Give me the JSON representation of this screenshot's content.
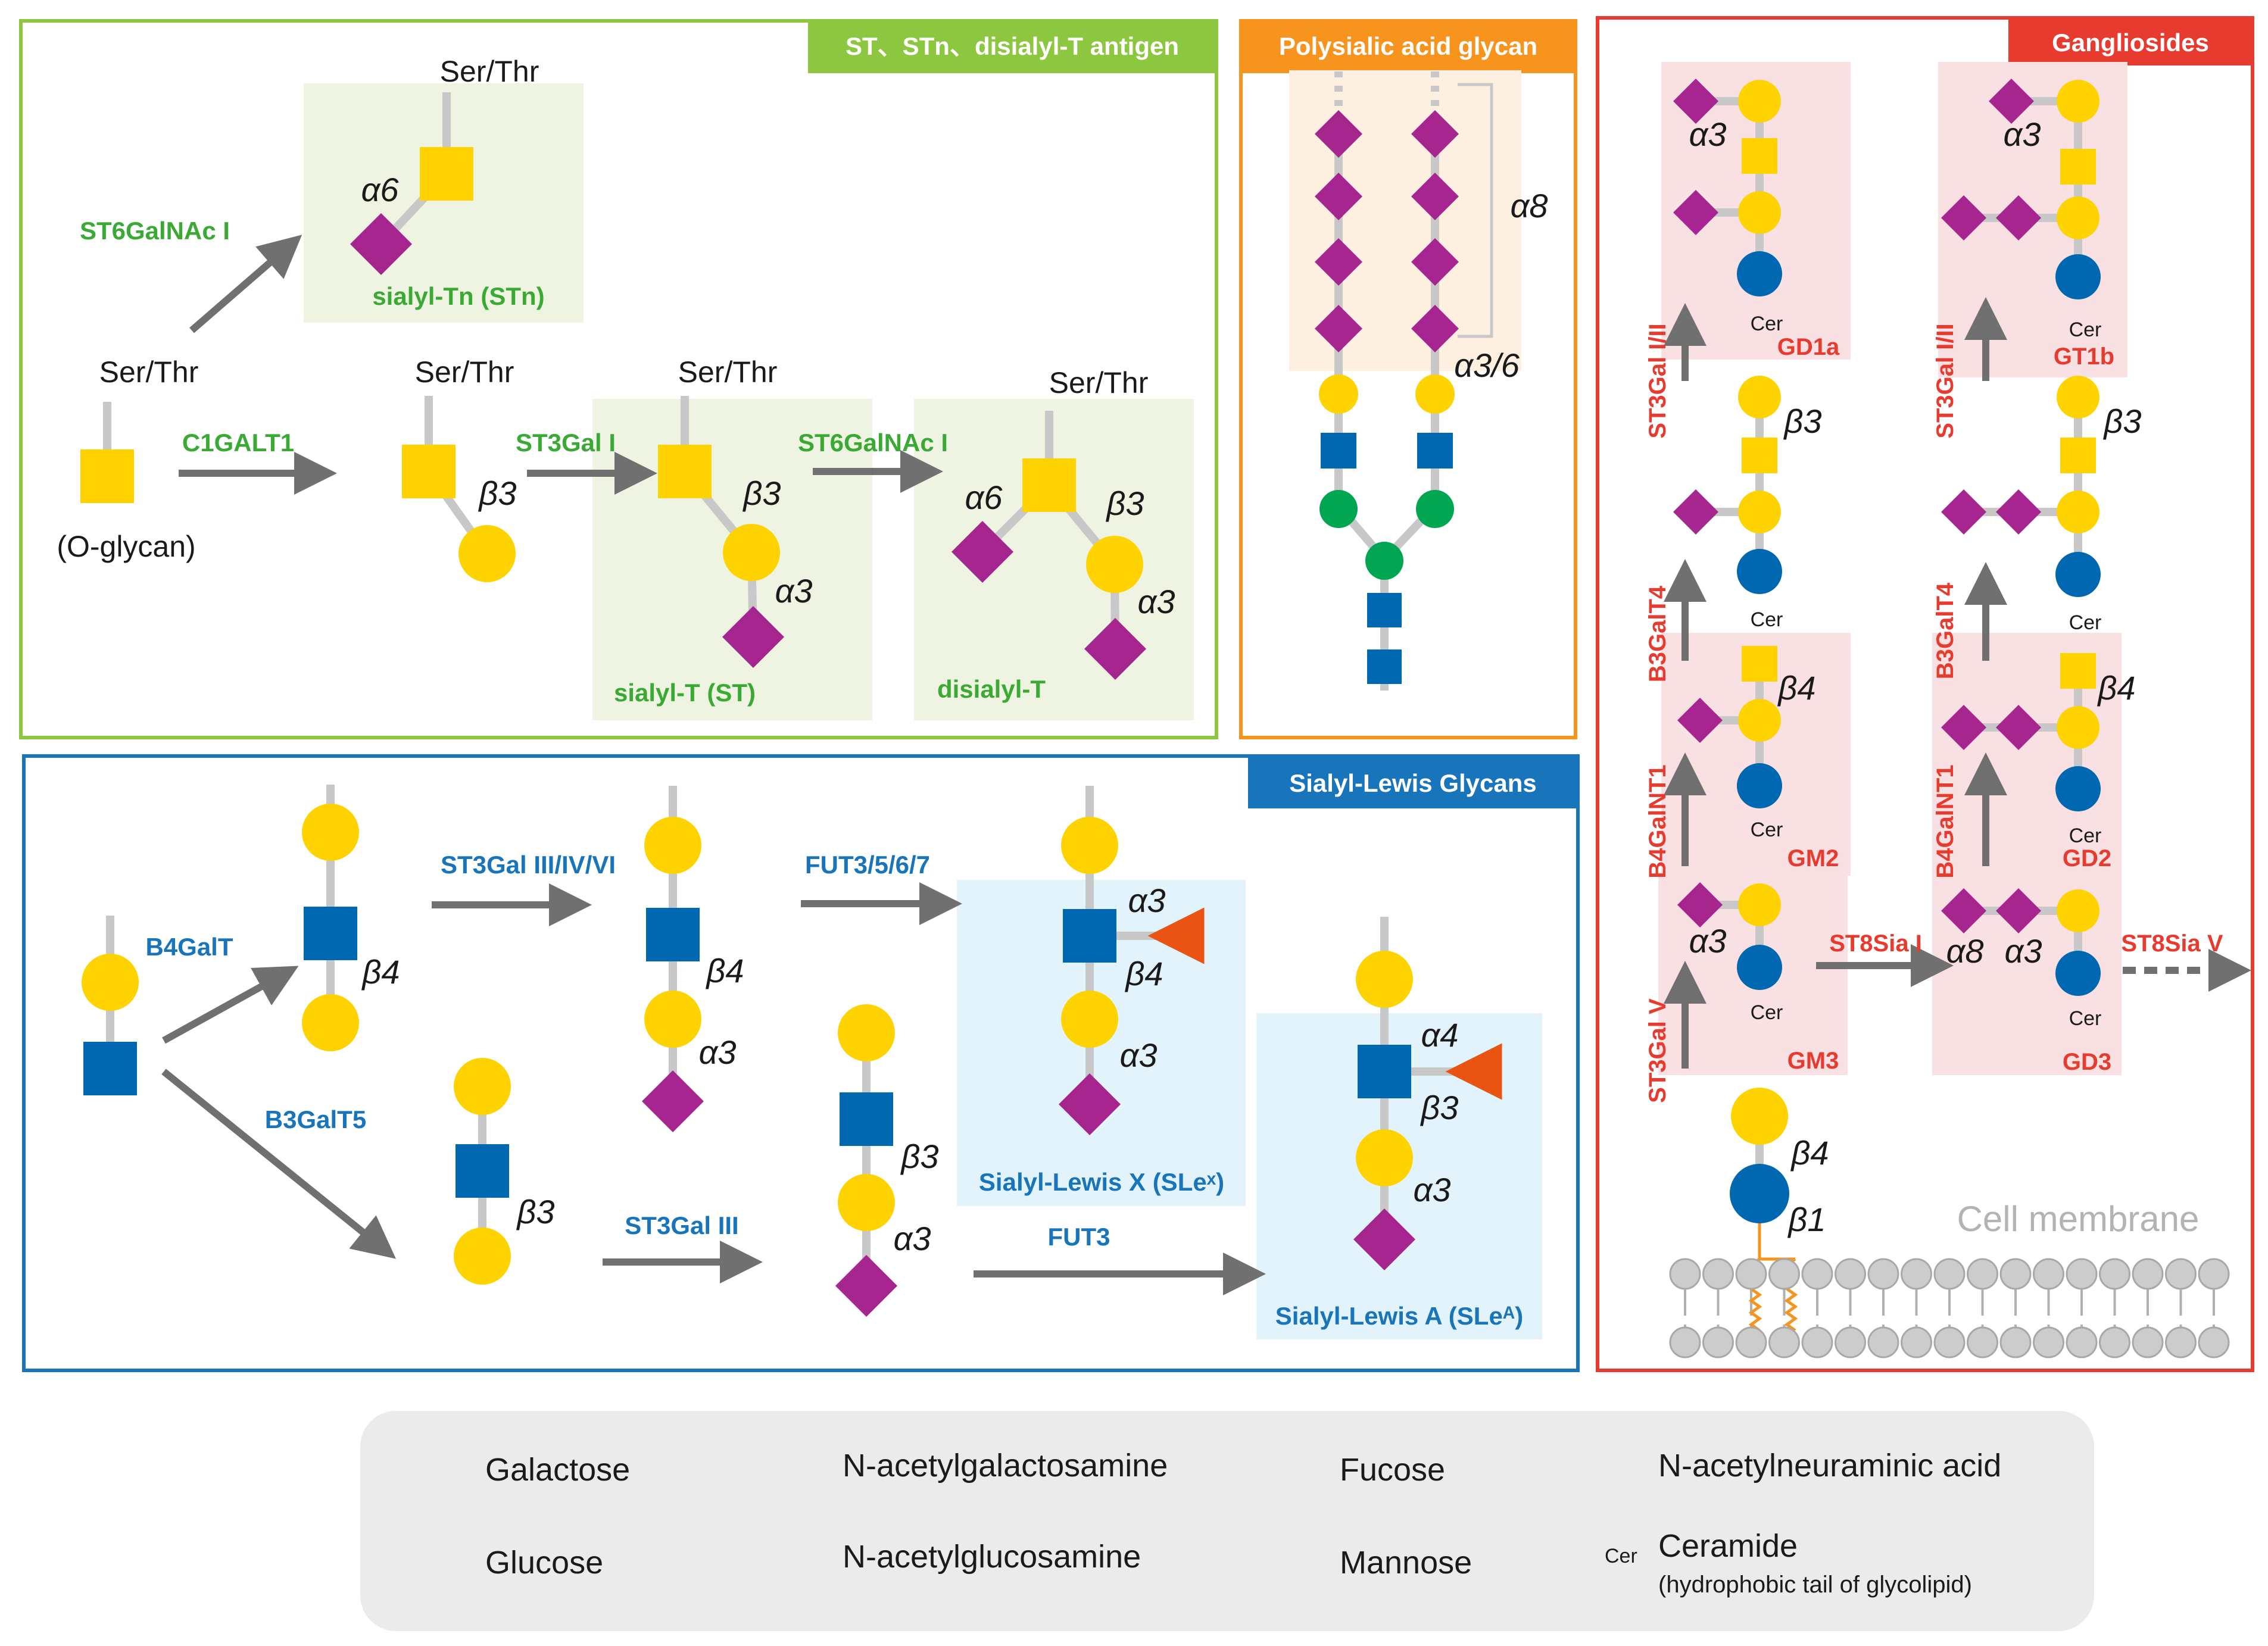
{
  "colors": {
    "galactose": "#ffd300",
    "glucose": "#0067b1",
    "mannose": "#00a651",
    "galnac": "#ffd300",
    "glcnac": "#0067b1",
    "fucose": "#ea5413",
    "neuac": "#a6258f",
    "bond": "#c8c8c8",
    "arrow": "#707070",
    "green_frame": "#8dc63f",
    "orange_frame": "#f7941d",
    "blue_frame": "#1874bb",
    "red_frame": "#e63b2e"
  },
  "panels": {
    "st": {
      "title": "ST、STn、disialyl-T antigen",
      "ser_thr": "Ser/Thr",
      "o_glycan": "(O-glycan)",
      "enzymes": {
        "st6galnac_1": "ST6GalNAc I",
        "c1galt1": "C1GALT1",
        "st3gal1": "ST3Gal I",
        "st6galnac_2": "ST6GalNAc I"
      },
      "products": {
        "stn": "sialyl-Tn (STn)",
        "st": "sialyl-T (ST)",
        "dst": "disialyl-T"
      },
      "links": {
        "a6": "α6",
        "b3": "β3",
        "a3": "α3"
      }
    },
    "psa": {
      "title": "Polysialic acid glycan",
      "links": {
        "a8": "α8",
        "a36": "α3/6"
      }
    },
    "ganglio": {
      "title": "Gangliosides",
      "cer": "Cer",
      "names": {
        "gd1a": "GD1a",
        "gt1b": "GT1b",
        "gm2": "GM2",
        "gd2": "GD2",
        "gm3": "GM3",
        "gd3": "GD3"
      },
      "enzymes": {
        "st3gal12_a": "ST3Gal I/II",
        "st3gal12_b": "ST3Gal I/II",
        "b3galt4_a": "B3GalT4",
        "b3galt4_b": "B3GalT4",
        "b4galnt1_a": "B4GalNT1",
        "b4galnt1_b": "B4GalNT1",
        "st3gal5": "ST3Gal V",
        "st8sia1": "ST8Sia I",
        "st8sia5": "ST8Sia V"
      },
      "links": {
        "a3": "α3",
        "b3": "β3",
        "b4": "β4",
        "a8": "α8",
        "b1": "β1"
      },
      "membrane": "Cell membrane"
    },
    "lewis": {
      "title": "Sialyl-Lewis Glycans",
      "enzymes": {
        "b4galt": "B4GalT",
        "b3galt5": "B3GalT5",
        "st3gal346": "ST3Gal III/IV/VI",
        "st3gal3": "ST3Gal III",
        "fut3567": "FUT3/5/6/7",
        "fut3": "FUT3"
      },
      "products": {
        "slex": "Sialyl-Lewis X (SLeˣ)",
        "slea": "Sialyl-Lewis A (SLeᴬ)"
      },
      "links": {
        "b4": "β4",
        "b3": "β3",
        "a3": "α3",
        "a4": "α4"
      }
    }
  },
  "legend": {
    "galactose": "Galactose",
    "glucose": "Glucose",
    "galnac": "N-acetylgalactosamine",
    "glcnac": "N-acetylglucosamine",
    "fucose": "Fucose",
    "mannose": "Mannose",
    "neuac": "N-acetylneuraminic acid",
    "ceramide": "Ceramide",
    "ceramide_sub": "(hydrophobic tail of glycolipid)",
    "cer": "Cer"
  }
}
